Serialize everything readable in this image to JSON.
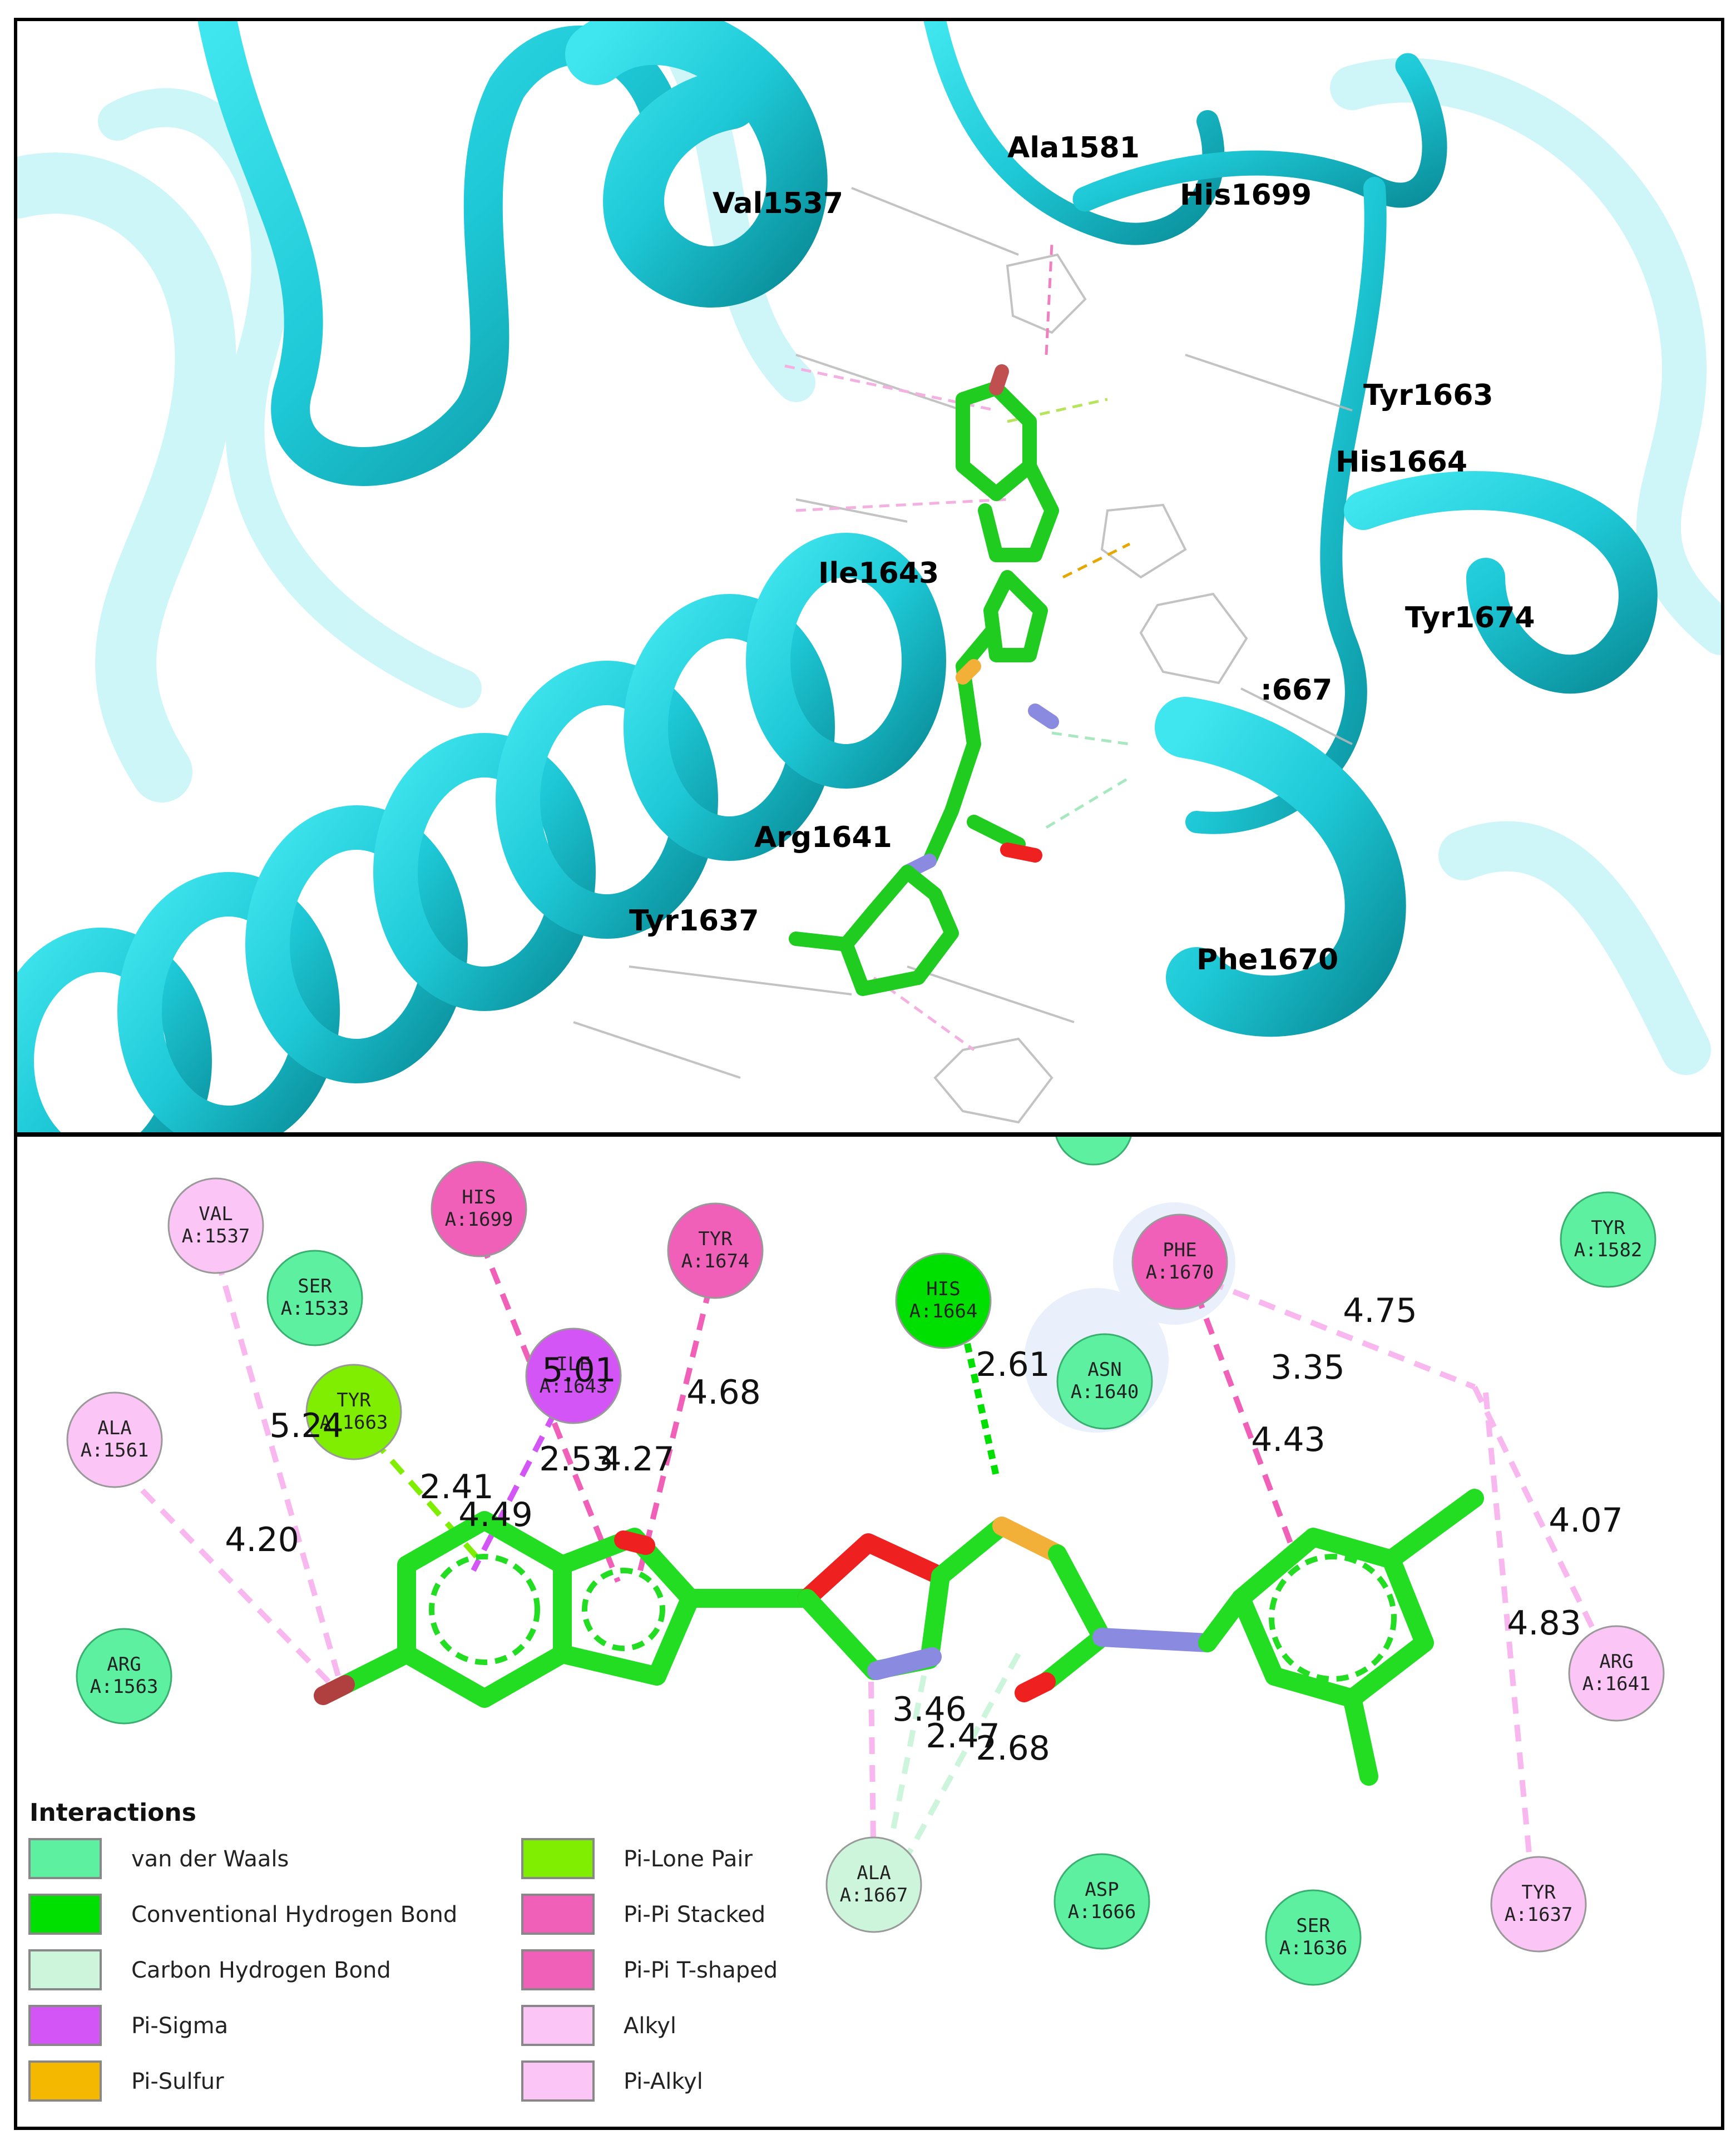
{
  "top_panel": {
    "residue_labels": [
      {
        "id": "ala1581",
        "text": "Ala1581"
      },
      {
        "id": "his1699",
        "text": "His1699"
      },
      {
        "id": "val1537",
        "text": "Val1537"
      },
      {
        "id": "tyr1663",
        "text": "Tyr1663"
      },
      {
        "id": "his1664",
        "text": "His1664"
      },
      {
        "id": "ile1643",
        "text": "Ile1643"
      },
      {
        "id": "tyr1674",
        "text": "Tyr1674"
      },
      {
        "id": "x1667",
        "text": ":667"
      },
      {
        "id": "arg1641",
        "text": "Arg1641"
      },
      {
        "id": "tyr1637",
        "text": "Tyr1637"
      },
      {
        "id": "phe1670",
        "text": "Phe1670"
      }
    ]
  },
  "bottom_panel": {
    "residues": [
      {
        "id": "val1537",
        "name": "VAL",
        "num": "A:1537",
        "type": "alkyl"
      },
      {
        "id": "his1699",
        "name": "HIS",
        "num": "A:1699",
        "type": "pipi"
      },
      {
        "id": "tyr1674",
        "name": "TYR",
        "num": "A:1674",
        "type": "pipi"
      },
      {
        "id": "ser1533",
        "name": "SER",
        "num": "A:1533",
        "type": "vdw"
      },
      {
        "id": "ile1643",
        "name": "ILE",
        "num": "A:1643",
        "type": "pisigma"
      },
      {
        "id": "tyr1663",
        "name": "TYR",
        "num": "A:1663",
        "type": "pilone"
      },
      {
        "id": "ala1561",
        "name": "ALA",
        "num": "A:1561",
        "type": "alkyl"
      },
      {
        "id": "arg1563",
        "name": "ARG",
        "num": "A:1563",
        "type": "vdw"
      },
      {
        "id": "his1664",
        "name": "HIS",
        "num": "A:1664",
        "type": "hbond"
      },
      {
        "id": "asn1640",
        "name": "ASN",
        "num": "A:1640",
        "type": "vdw"
      },
      {
        "id": "phe1670",
        "name": "PHE",
        "num": "A:1670",
        "type": "pipi"
      },
      {
        "id": "tyr1582",
        "name": "TYR",
        "num": "A:1582",
        "type": "vdw"
      },
      {
        "id": "arg1641",
        "name": "ARG",
        "num": "A:1641",
        "type": "alkyl"
      },
      {
        "id": "tyr1637",
        "name": "TYR",
        "num": "A:1637",
        "type": "alkyl"
      },
      {
        "id": "ala1667",
        "name": "ALA",
        "num": "A:1667",
        "type": "chbond"
      },
      {
        "id": "asp1666",
        "name": "ASP",
        "num": "A:1666",
        "type": "vdw"
      },
      {
        "id": "ser1636",
        "name": "SER",
        "num": "A:1636",
        "type": "vdw"
      }
    ],
    "distances": [
      "5.24",
      "4.20",
      "2.41",
      "4.49",
      "5.01",
      "2.53",
      "4.27",
      "4.68",
      "2.61",
      "4.75",
      "3.35",
      "4.43",
      "4.07",
      "4.83",
      "3.46",
      "2.47",
      "2.68"
    ],
    "legend": {
      "title": "Interactions",
      "items": [
        {
          "label": "van der Waals",
          "color": "#5df0a0"
        },
        {
          "label": "Conventional Hydrogen Bond",
          "color": "#00e000"
        },
        {
          "label": "Carbon Hydrogen Bond",
          "color": "#ccf5dc"
        },
        {
          "label": "Pi-Sigma",
          "color": "#d455f5"
        },
        {
          "label": "Pi-Sulfur",
          "color": "#f5b800"
        },
        {
          "label": "Pi-Lone Pair",
          "color": "#80ee00"
        },
        {
          "label": "Pi-Pi Stacked",
          "color": "#f060b8"
        },
        {
          "label": "Pi-Pi T-shaped",
          "color": "#f060b8"
        },
        {
          "label": "Alkyl",
          "color": "#fbc6f5"
        },
        {
          "label": "Pi-Alkyl",
          "color": "#fbc6f5"
        }
      ]
    }
  }
}
